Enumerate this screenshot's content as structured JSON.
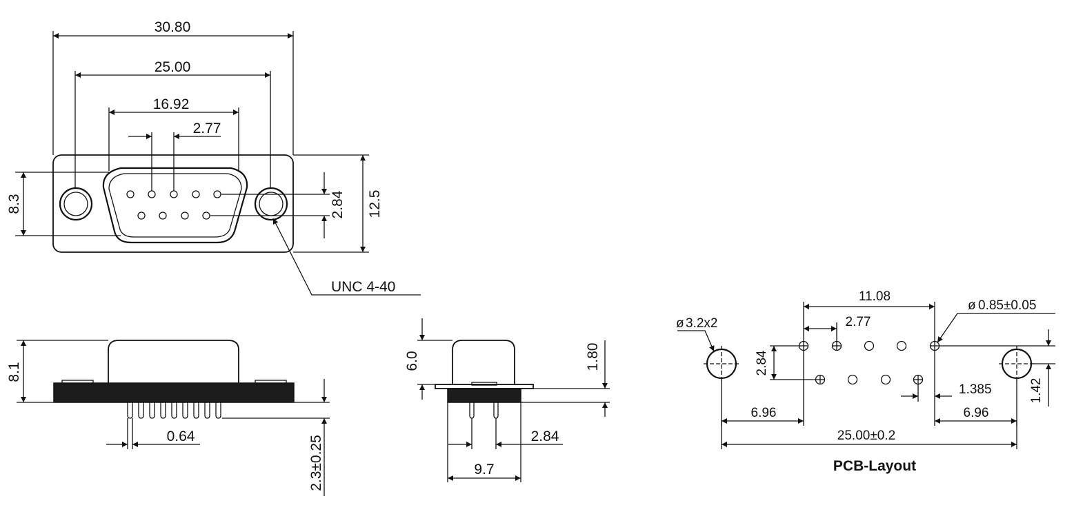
{
  "front_view": {
    "dim_overall_width": "30.80",
    "dim_screw_spacing": "25.00",
    "dim_shell_width": "16.92",
    "dim_pin_pitch": "2.77",
    "dim_shell_height": "8.3",
    "dim_row_spacing": "2.84",
    "dim_flange_height": "12.5",
    "label_thread": "UNC 4-40"
  },
  "side_view": {
    "dim_height": "8.1",
    "dim_pin_width": "0.64",
    "dim_pin_length": "2.3±0.25"
  },
  "end_view": {
    "dim_shell_height": "6.0",
    "dim_flange_thickness": "1.80",
    "dim_row_spacing": "2.84",
    "dim_depth": "9.7"
  },
  "pcb_layout": {
    "title": "PCB-Layout",
    "dim_row_span": "11.08",
    "dim_pin_pitch": "2.77",
    "dim_mount_hole": "3.2x2",
    "dim_pin_hole": "0.85±0.05",
    "dim_row_spacing": "2.84",
    "dim_hole_to_pin_left": "6.96",
    "dim_hole_to_pin_right": "6.96",
    "dim_row_offset": "1.385",
    "dim_hole_offset": "1.42",
    "dim_hole_spacing": "25.00±0.2",
    "diameter_symbol": "ø"
  }
}
